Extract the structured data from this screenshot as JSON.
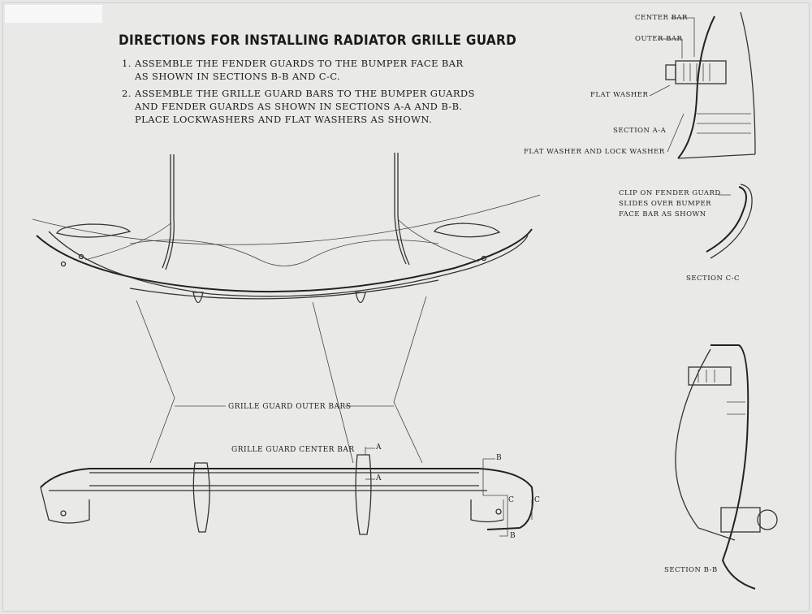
{
  "title": "DIRECTIONS FOR INSTALLING RADIATOR GRILLE GUARD",
  "steps": [
    {
      "num": "1.",
      "lines": [
        "ASSEMBLE THE FENDER GUARDS TO THE BUMPER FACE BAR",
        "AS SHOWN IN SECTIONS B-B AND C-C."
      ]
    },
    {
      "num": "2.",
      "lines": [
        "ASSEMBLE THE GRILLE GUARD BARS TO THE BUMPER GUARDS",
        "AND FENDER GUARDS AS SHOWN IN SECTIONS A-A AND B-B.",
        "PLACE LOCKWASHERS AND FLAT WASHERS AS SHOWN."
      ]
    }
  ],
  "labels": {
    "center_bar": "CENTER BAR",
    "outer_bar": "OUTER BAR",
    "flat_washer": "FLAT WASHER",
    "section_aa": "SECTION A-A",
    "flat_lock_washer": "FLAT WASHER AND LOCK WASHER",
    "clip_1": "CLIP ON FENDER GUARD",
    "clip_2": "SLIDES OVER BUMPER",
    "clip_3": "FACE BAR AS SHOWN",
    "section_cc": "SECTION C-C",
    "section_bb": "SECTION B-B",
    "outer_bars": "GRILLE GUARD OUTER BARS",
    "center_bar_label": "GRILLE GUARD CENTER BAR",
    "mark_a": "A",
    "mark_b": "B",
    "mark_c": "C"
  }
}
